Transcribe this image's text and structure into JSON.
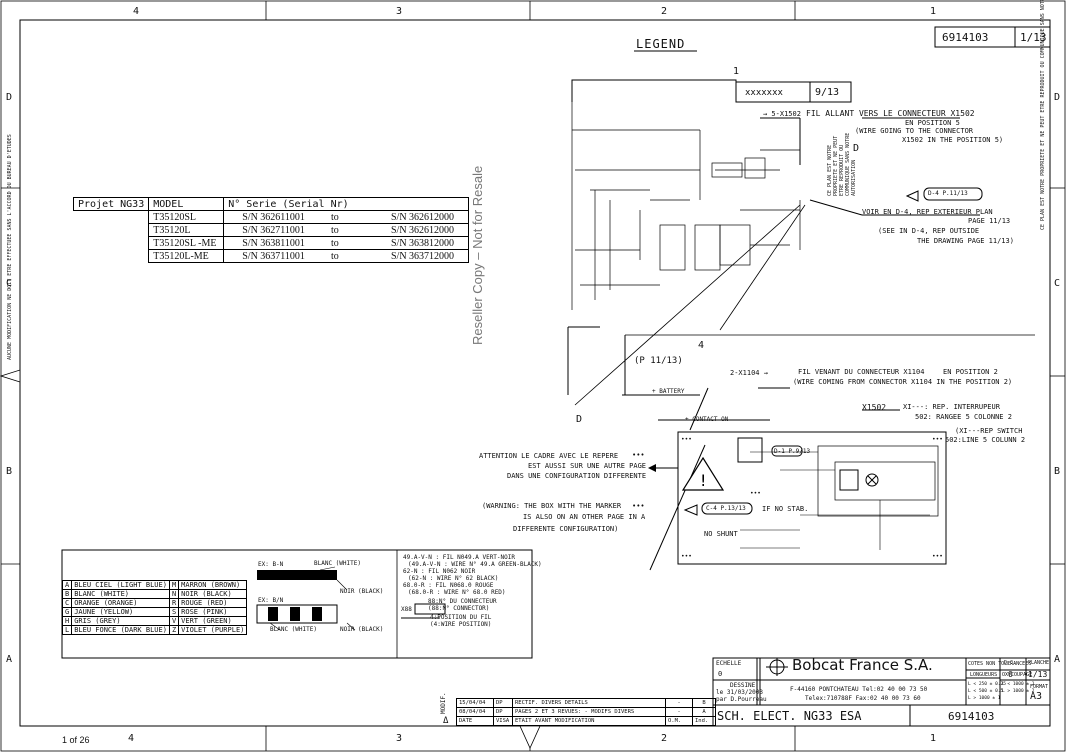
{
  "sheet": {
    "drawing_no": "6914103",
    "page": "1/13",
    "legend_title": "LEGEND",
    "zones_cols": [
      "4",
      "3",
      "2",
      "1"
    ],
    "zones_rows": [
      "D",
      "C",
      "B",
      "A"
    ],
    "left_margin_text": "AUCUNE MODIFICATION NE DOIT ETRE EFFECTUEE SANS L'ACCORD DU BUREAU D'ETUDES",
    "right_margin_text": "CE PLAN EST NOTRE PROPRIETE ET NE PEUT ETRE REPRODUIT OU COMMUNIQUE SANS NOTRE AUTORISATION",
    "page_counter": "1 of 26",
    "watermark": "Reseller Copy – Not for Resale"
  },
  "project": {
    "label": "Projet NG33",
    "headers": [
      "MODEL",
      "N° Serie (Serial Nr)"
    ],
    "rows": [
      {
        "model": "T35120SL",
        "from": "S/N 362611001",
        "to_word": "to",
        "to": "S/N 362612000"
      },
      {
        "model": "T35120L",
        "from": "S/N 362711001",
        "to_word": "to",
        "to": "S/N 362612000"
      },
      {
        "model": "T35120SL -ME",
        "from": "S/N 363811001",
        "to_word": "to",
        "to": "S/N 363812000"
      },
      {
        "model": "T35120L-ME",
        "from": "S/N 363711001",
        "to_word": "to",
        "to": "S/N 363712000"
      }
    ]
  },
  "legend": {
    "ref_box": "xxxxxxx",
    "ref_page": "9/13",
    "num_1": "1",
    "num_4": "4",
    "conn_ref": "→ 5-X1502",
    "fil_allant_fr": "FIL ALLANT VERS LE CONNECTEUR X1502",
    "en_position_5": "EN POSITION 5",
    "wire_going_en1": "(WIRE GOING TO THE CONNECTOR",
    "wire_going_en2": "X1502 IN THE POSITION 5)",
    "d_label": "D",
    "d4_ref": "D-4  P.11/13",
    "voir_fr": "VOIR EN D-4, REP EXTERIEUR PLAN",
    "voir_page": "PAGE 11/13",
    "see_en1": "(SEE IN D-4, REP OUTSIDE",
    "see_en2": "THE DRAWING PAGE 11/13)",
    "p1113": "(P 11/13)",
    "x1104_ref": "2-X1104  →",
    "fil_venant_fr": "FIL VENANT DU CONNECTEUR X1104",
    "en_position_2": "EN POSITION 2",
    "wire_coming_en": "(WIRE COMING FROM CONNECTOR X1104 IN THE POSITION 2)",
    "battery": "+ BATTERY",
    "contact_on": "+ CONTACT ON",
    "x1502": "X1502",
    "xi_rep_fr": "XI---: REP. INTERRUPEUR",
    "rangee_fr": "502: RANGEE 5 COLONNE 2",
    "xi_rep_en": "(XI---REP SWITCH",
    "line_en": "502:LINE 5 COLUNN 2",
    "attention1": "ATTENTION LE CADRE AVEC LE REPERE",
    "attention2": "EST AUSSI SUR UNE AUTRE PAGE",
    "attention3": "DANS UNE CONFIGURATION DIFFERENTE",
    "warning1": "(WARNING: THE BOX WITH THE MARKER",
    "warning2": "IS ALSO ON AN OTHER PAGE IN A",
    "warning3": "DIFFERENTE CONFIGURATION)",
    "dots": "•••",
    "if_no_stab": "IF NO STAB.",
    "no_shunt": "NO SHUNT",
    "c4_ref": "C-4  P.13/13",
    "d1_ref": "D-1 P.9/13"
  },
  "colors": {
    "rows": [
      [
        "A",
        "BLEU CIEL (LIGHT BLUE)",
        "M",
        "MARRON (BROWN)"
      ],
      [
        "B",
        "BLANC (WHITE)",
        "N",
        "NOIR (BLACK)"
      ],
      [
        "C",
        "ORANGE (ORANGE)",
        "R",
        "ROUGE (RED)"
      ],
      [
        "G",
        "JAUNE (YELLOW)",
        "S",
        "ROSE (PINK)"
      ],
      [
        "H",
        "GRIS (GREY)",
        "V",
        "VERT (GREEN)"
      ],
      [
        "L",
        "BLEU FONCE (DARK BLUE)",
        "Z",
        "VIOLET (PURPLE)"
      ]
    ],
    "ex_bn": "EX: B-N",
    "ex_bslashn": "EX: B/N",
    "blanc_white": "BLANC (WHITE)",
    "noir_black": "NOIR (BLACK)",
    "wire_codes": [
      "49.A-V-N : FIL N049.A VERT-NOIR",
      "(49.A-V-N : WIRE N° 49.A GREEN-BLACK)",
      "62-N : FIL N062 NOIR",
      "(62-N : WIRE N° 62 BLACK)",
      "68.0-R : FIL N068.0 ROUGE",
      "(68.0-R : WIRE N° 68.0 RED)"
    ],
    "x88": "X88",
    "x88_conn1": "88:N° DU CONNECTEUR",
    "x88_conn2": "(88:N° CONNECTOR)",
    "pos1": "4:POSITION DU FIL",
    "pos2": "(4:WIRE POSITION)"
  },
  "title_block": {
    "echelle_label": "ECHELLE",
    "echelle_value": "0",
    "company": "Bobcat France S.A.",
    "address1": "F-44160 PONTCHATEAU Tel:02 40 00 73 50",
    "address2": "Telex:710788F  Fax:02 40 00 73 60",
    "dessine": "DESSINE",
    "dessine_date": "le  31/03/2003",
    "dessine_par": "par  D.Pourreau",
    "cotes": "COTES NON TOLERANCEES",
    "longueurs": "LONGUEURS",
    "oxycoupage": "OXYCOUPAGE",
    "tol1": "L < 250  ± 0.25",
    "tol2": "L < 500  ± 0.5",
    "tol3": "L > 1000 ± 1",
    "oxy1": "L < 1000 ± 1",
    "oxy2": "L > 1000 ± 2",
    "dc_label": "D.C.",
    "dc_value": "0",
    "planche_label": "PLANCHE",
    "planche_value": "1/13",
    "format_label": "FORMAT",
    "format_value": "A3",
    "title": "SCH. ELECT. NG33 ESA",
    "number": "6914103",
    "modif_label": "MODIF."
  },
  "revisions": {
    "rows": [
      [
        "15/04/04",
        "DP",
        "RECTIF. DIVERS DETAILS",
        "-",
        "B"
      ],
      [
        "08/04/04",
        "DP",
        "PAGES 2 ET 3 REVUES: - MODIFS DIVERS",
        "-",
        "A"
      ],
      [
        "DATE",
        "VISA",
        "ETAIT AVANT MODIFICATION",
        "O.M.",
        "Ind."
      ]
    ],
    "delta": "Δ"
  }
}
